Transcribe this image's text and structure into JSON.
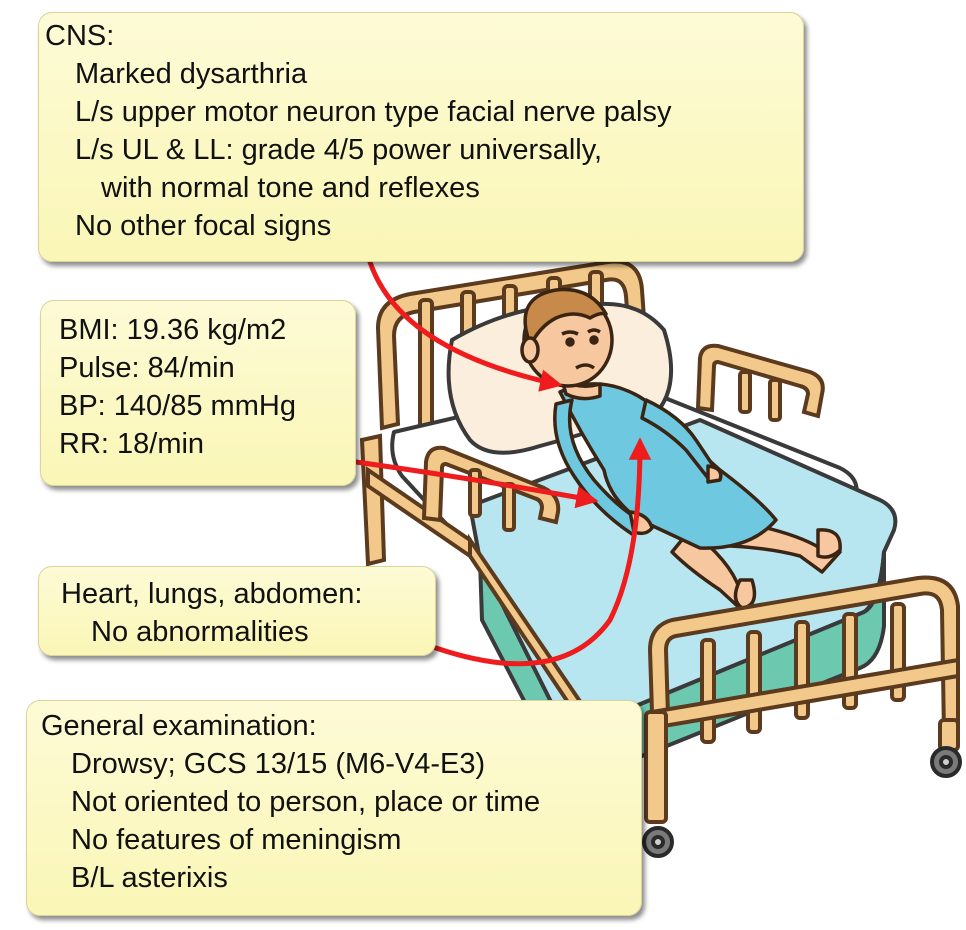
{
  "cns": {
    "title": "CNS:",
    "lines": [
      "Marked dysarthria",
      "L/s upper motor neuron type facial nerve palsy",
      "L/s UL & LL: grade 4/5 power universally,",
      "with normal tone and reflexes",
      "No other focal signs"
    ]
  },
  "vitals": {
    "lines": [
      "BMI: 19.36 kg/m2",
      "Pulse: 84/min",
      "BP: 140/85 mmHg",
      "RR: 18/min"
    ]
  },
  "systemic": {
    "title": "Heart, lungs, abdomen:",
    "lines": [
      "No abnormalities"
    ]
  },
  "general": {
    "title": "General examination:",
    "lines": [
      "Drowsy; GCS 13/15 (M6-V4-E3)",
      "Not oriented to person, place or time",
      "No features of meningism",
      "B/L asterixis"
    ]
  },
  "colors": {
    "box_fill": "#fbf8c4",
    "arrow": "#ee1c1c",
    "bed_frame": "#f2c98a",
    "gown": "#6ec8e0",
    "sheet": "#b8e6f0"
  },
  "icons": [
    "hospital-bed-illustration",
    "patient-illustration",
    "pillow-illustration"
  ]
}
